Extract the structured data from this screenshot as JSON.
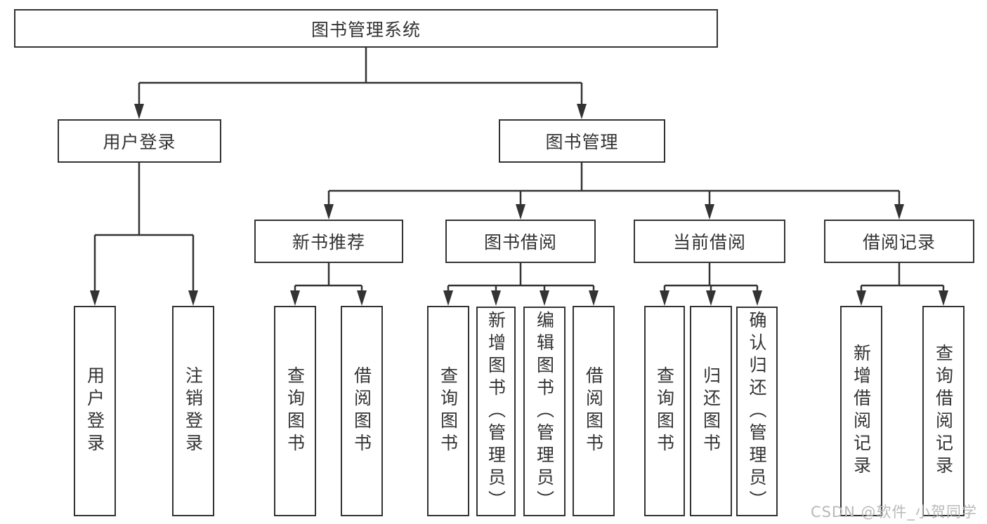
{
  "diagram_title": "图书管理系统",
  "tree": {
    "root": "图书管理系统",
    "level2": {
      "user_login": "用户登录",
      "book_mgmt": "图书管理"
    },
    "level3": {
      "new_books": "新书推荐",
      "book_borrow": "图书借阅",
      "current_borrow": "当前借阅",
      "borrow_records": "借阅记录"
    },
    "leaves": {
      "user_login_1": "用户登录",
      "user_logout": "注销登录",
      "nb_query": "查询图书",
      "nb_borrow": "借阅图书",
      "bb_query": "查询图书",
      "bb_add": "新增图书（管理员）",
      "bb_edit": "编辑图书（管理员）",
      "bb_borrow": "借阅图书",
      "cb_query": "查询图书",
      "cb_return": "归还图书",
      "cb_confirm": "确认归还（管理员）",
      "br_add": "新增借阅记录",
      "br_query": "查询借阅记录"
    }
  },
  "watermark": "CSDN @软件_小贺同学",
  "colors": {
    "line": "#333333",
    "box_border": "#333333",
    "box_background": "#ffffff",
    "text": "#333333",
    "watermark": "#b9b9b9",
    "background": "#ffffff"
  }
}
